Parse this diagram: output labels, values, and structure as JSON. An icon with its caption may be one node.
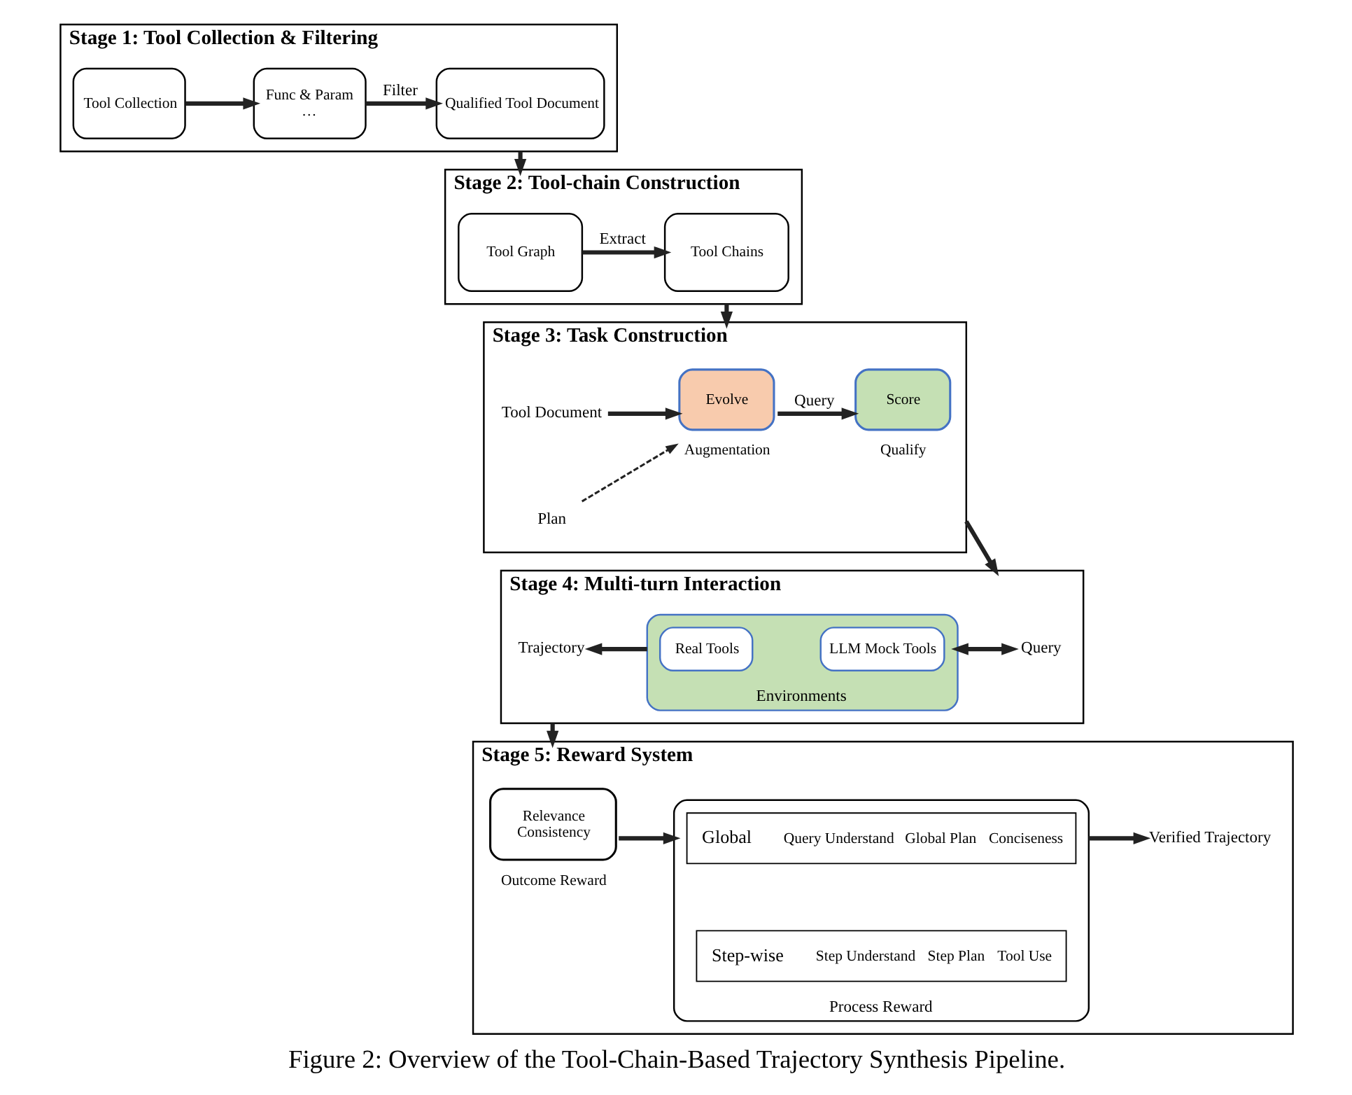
{
  "diagram": {
    "caption": "Figure 2: Overview of the Tool-Chain-Based Trajectory Synthesis Pipeline.",
    "nodes": [
      {
        "text": [
          "Stage 1: Tool Collection & Filtering"
        ]
      },
      {
        "text": [
          "Tool Collection"
        ],
        "in": 0
      },
      {
        "text": [
          "Func & Param",
          "…"
        ],
        "in": 0
      },
      {
        "text": [
          "Qualified Tool Document"
        ],
        "in": 0
      },
      {
        "text": [
          "Stage 2: Tool-chain Construction"
        ]
      },
      {
        "text": [
          "Tool Graph"
        ],
        "in": 4
      },
      {
        "text": [
          "Tool Chains"
        ],
        "in": 4
      },
      {
        "text": [
          "Stage 4: Multi-turn Interaction"
        ]
      },
      {
        "text": [
          "Trajectory"
        ],
        "in": 7
      },
      {
        "text": [
          "Environments"
        ],
        "in": 7
      },
      {
        "text": [
          "Real Tools"
        ],
        "in": 9
      },
      {
        "text": [
          "LLM Mock Tools"
        ],
        "in": 9
      },
      {
        "text": [
          "Query"
        ],
        "in": 7
      },
      {
        "text": [
          "Stage 3: Task Construction"
        ]
      },
      {
        "text": [
          "Tool Document"
        ],
        "in": 13
      },
      {
        "text": [
          "Plan"
        ],
        "in": 13
      },
      {
        "text": [
          "Evolve"
        ],
        "beside": [
          "Augmentation"
        ],
        "in": 13
      },
      {
        "text": [
          "Score"
        ],
        "beside": [
          "Qualify"
        ],
        "in": 13
      },
      {
        "text": [
          "Stage 5: Reward System"
        ]
      },
      {
        "text": [
          "Relevance",
          "Consistency"
        ],
        "beside": [
          "Outcome Reward"
        ],
        "in": 18
      },
      {
        "text": [],
        "shape": "box",
        "beside": [
          "Process Reward"
        ],
        "in": 18
      },
      {
        "text": [
          "Global",
          "Query Understand",
          "Global Plan",
          "Conciseness"
        ],
        "in": 20
      },
      {
        "text": [
          "Step-wise",
          "Step Understand",
          "Step Plan",
          "Tool Use"
        ],
        "in": 20
      },
      {
        "text": [
          "Verified Trajectory"
        ],
        "in": 18
      }
    ],
    "edges": [
      {
        "from": 1,
        "to": 2,
        "arrow": "to"
      },
      {
        "from": 2,
        "to": 3,
        "arrow": "to",
        "label": "Filter"
      },
      {
        "from": 0,
        "to": 4,
        "arrow": "to"
      },
      {
        "from": 5,
        "to": 6,
        "arrow": "to",
        "label": "Extract"
      },
      {
        "from": 4,
        "to": 13,
        "arrow": "to"
      },
      {
        "from": 14,
        "to": 16,
        "arrow": "to"
      },
      {
        "from": 15,
        "to": 16,
        "arrow": "to",
        "style": "dashed"
      },
      {
        "from": 16,
        "to": 17,
        "arrow": "to",
        "label": "Query"
      },
      {
        "from": 13,
        "to": 7,
        "arrow": "to"
      },
      {
        "from": 12,
        "to": 9,
        "arrow": "both"
      },
      {
        "from": 9,
        "to": 8,
        "arrow": "to"
      },
      {
        "from": 7,
        "to": 18,
        "arrow": "to"
      },
      {
        "from": 19,
        "to": 20,
        "arrow": "to"
      },
      {
        "from": 20,
        "to": 23,
        "arrow": "to"
      }
    ]
  }
}
